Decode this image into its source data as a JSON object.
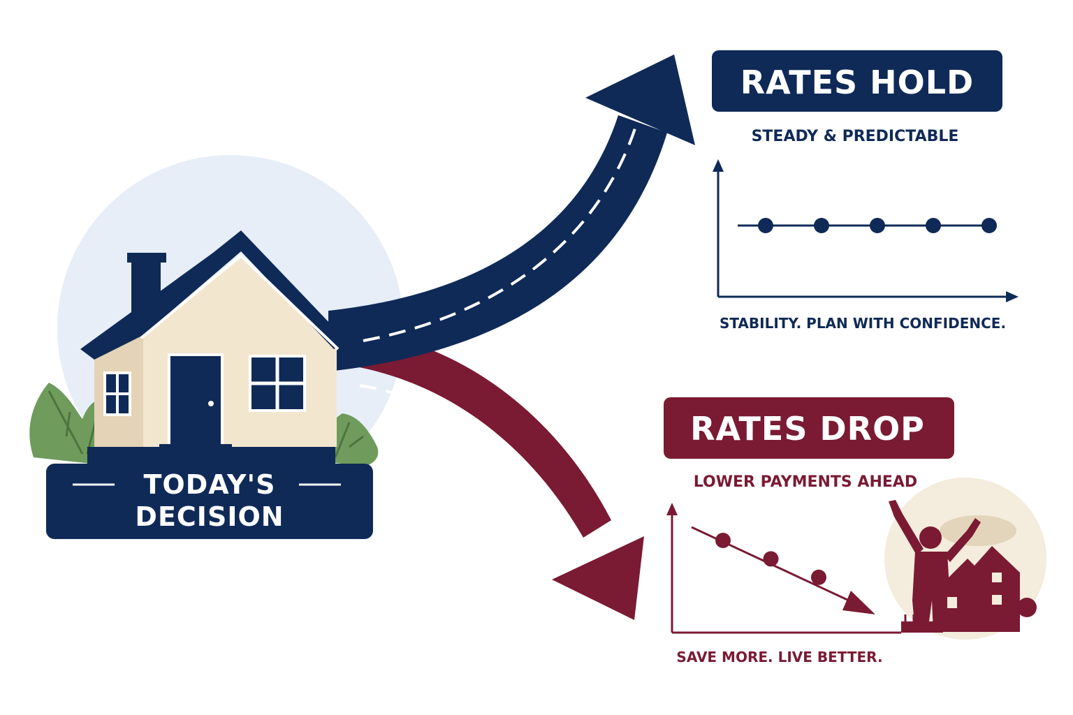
{
  "start": {
    "label_line1": "TODAY'S",
    "label_line2": "DECISION"
  },
  "hold": {
    "title": "RATES HOLD",
    "subtitle": "STEADY & PREDICTABLE",
    "caption": "STABILITY. PLAN WITH CONFIDENCE.",
    "points": [
      0.5,
      0.5,
      0.5,
      0.5,
      0.5
    ]
  },
  "drop": {
    "title": "RATES DROP",
    "subtitle": "LOWER PAYMENTS AHEAD",
    "caption": "SAVE MORE. LIVE BETTER.",
    "points": [
      0.75,
      0.6,
      0.45
    ]
  },
  "colors": {
    "navy": "#0f2a57",
    "maroon": "#7a1a33",
    "cream": "#f3e6cf",
    "cream_side": "#e4d3b6",
    "sky": "#e7eef7",
    "leaf": "#6f9b5c",
    "sun": "#f4ecdc"
  }
}
